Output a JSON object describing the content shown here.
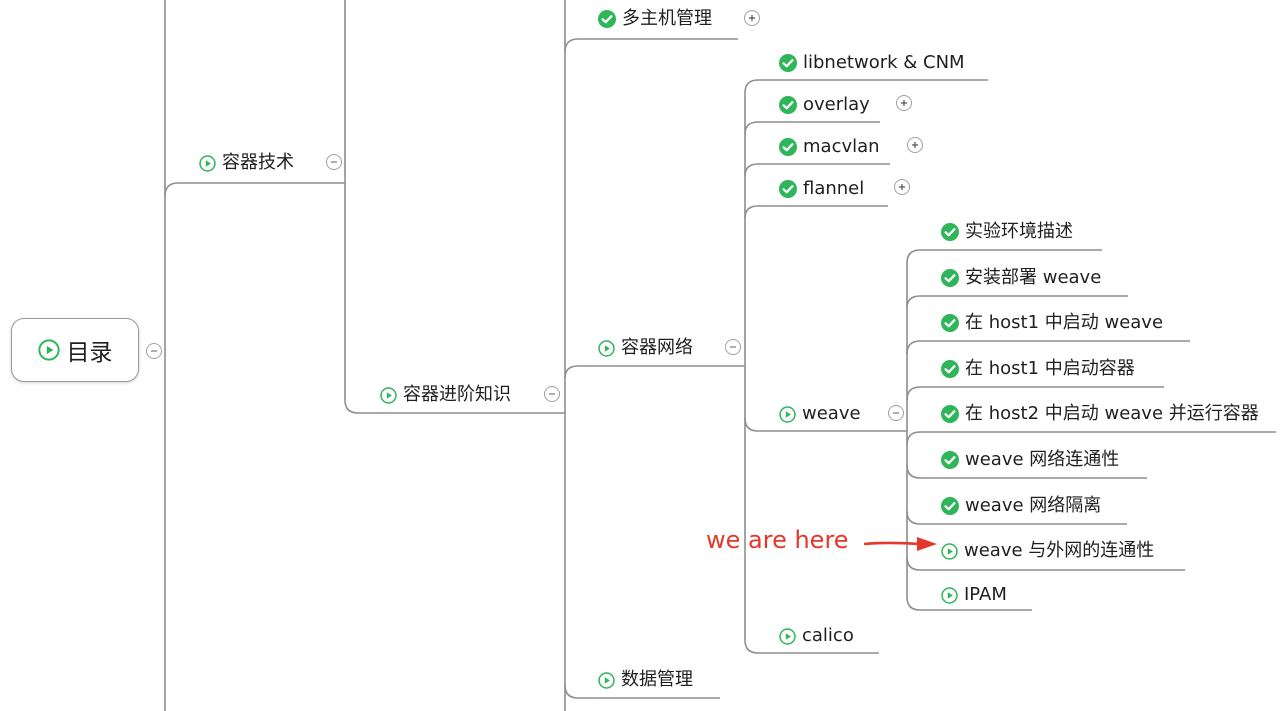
{
  "colors": {
    "check": "#2fb55a",
    "line": "#8e8e8e",
    "annotation": "#e3382b"
  },
  "root": {
    "label": "目录",
    "icon": "play-circle-icon"
  },
  "level1": {
    "label": "容器技术",
    "icon": "play-circle-icon"
  },
  "level2": {
    "label": "容器进阶知识",
    "icon": "play-circle-icon"
  },
  "level3": [
    {
      "label": "多主机管理",
      "icon": "check-circle-icon",
      "fold": "expand"
    },
    {
      "label": "容器网络",
      "icon": "play-circle-icon",
      "fold": "collapse"
    },
    {
      "label": "数据管理",
      "icon": "play-circle-icon",
      "fold": "none"
    }
  ],
  "network": [
    {
      "label": "libnetwork & CNM",
      "icon": "check-circle-icon",
      "fold": "none"
    },
    {
      "label": "overlay",
      "icon": "check-circle-icon",
      "fold": "expand"
    },
    {
      "label": "macvlan",
      "icon": "check-circle-icon",
      "fold": "expand"
    },
    {
      "label": "flannel",
      "icon": "check-circle-icon",
      "fold": "expand"
    },
    {
      "label": "weave",
      "icon": "play-circle-icon",
      "fold": "collapse"
    },
    {
      "label": "calico",
      "icon": "play-circle-icon",
      "fold": "none"
    }
  ],
  "weave": [
    {
      "label": "实验环境描述",
      "icon": "check-circle-icon"
    },
    {
      "label": "安装部署 weave",
      "icon": "check-circle-icon"
    },
    {
      "label": "在 host1 中启动 weave",
      "icon": "check-circle-icon"
    },
    {
      "label": "在 host1 中启动容器",
      "icon": "check-circle-icon"
    },
    {
      "label": "在 host2 中启动 weave 并运行容器",
      "icon": "check-circle-icon"
    },
    {
      "label": "weave 网络连通性",
      "icon": "check-circle-icon"
    },
    {
      "label": "weave 网络隔离",
      "icon": "check-circle-icon"
    },
    {
      "label": "weave 与外网的连通性",
      "icon": "play-circle-icon"
    },
    {
      "label": "IPAM",
      "icon": "play-circle-icon"
    }
  ],
  "annotation": {
    "text": "we are here",
    "icon": "arrow-right-icon"
  }
}
